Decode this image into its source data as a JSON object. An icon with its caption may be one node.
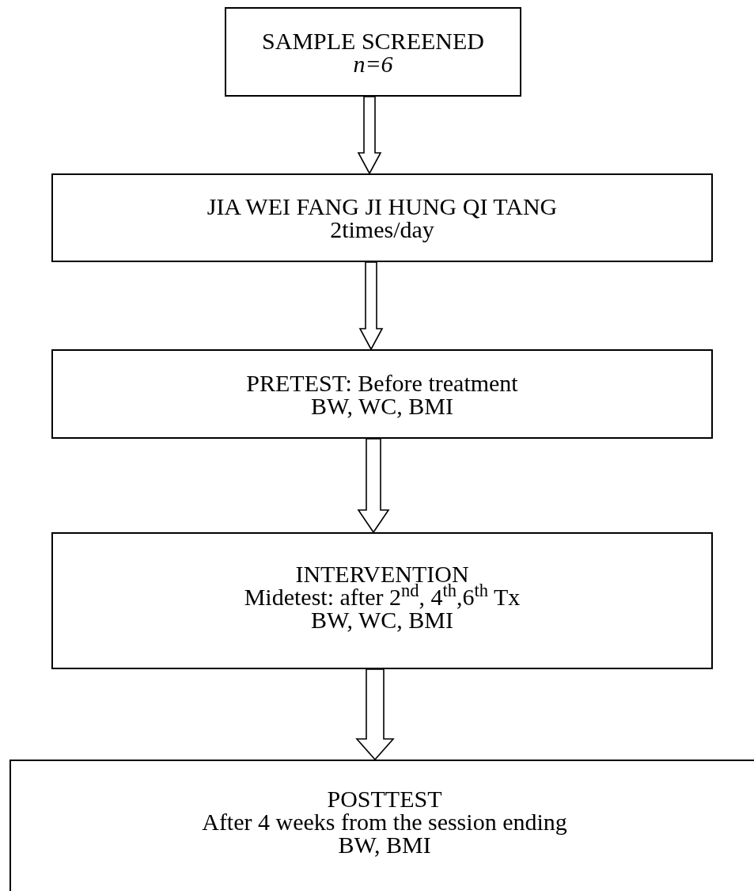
{
  "diagram": {
    "nodes": [
      {
        "text": [
          "SAMPLE SCREENED",
          "n=6"
        ]
      },
      {
        "text": [
          "JIA WEI FANG JI HUNG QI TANG",
          "2times/day"
        ]
      },
      {
        "text": [
          "PRETEST:  Before treatment",
          "BW, WC, BMI"
        ]
      },
      {
        "text": [
          "INTERVENTION",
          "Midetest: after 2$^{nd}$, 4$^{th}$,6$^{th}$ Tx",
          "BW, WC, BMI"
        ]
      },
      {
        "text": [
          "POSTTEST",
          "After 4 weeks from the session ending",
          "BW, BMI"
        ]
      }
    ],
    "edges": [
      {
        "from": 0,
        "to": 1,
        "arrow": "to"
      },
      {
        "from": 1,
        "to": 2,
        "arrow": "to"
      },
      {
        "from": 2,
        "to": 3,
        "arrow": "to"
      },
      {
        "from": 3,
        "to": 4,
        "arrow": "to"
      }
    ]
  }
}
